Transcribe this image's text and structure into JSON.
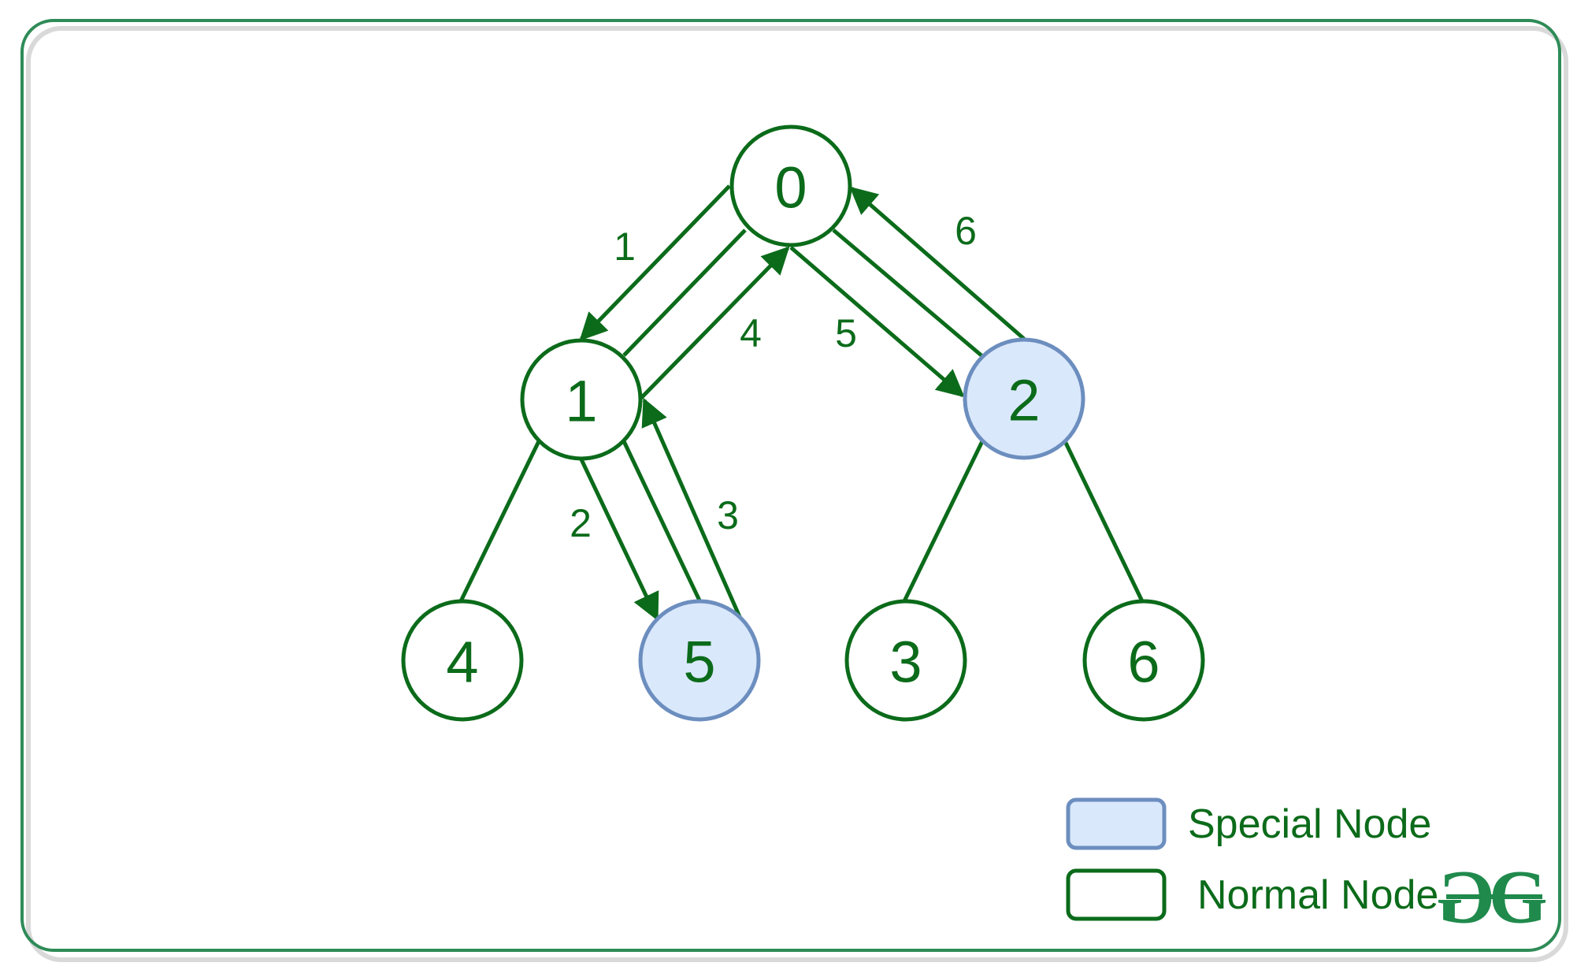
{
  "colors": {
    "green": "#0b6b1a",
    "frame_green": "#2e8b57",
    "special_fill": "#dae8fc",
    "special_stroke": "#6c8ebf",
    "normal_fill": "#ffffff",
    "shadow": "#d9d9d9"
  },
  "nodes": [
    {
      "id": "n0",
      "label": "0",
      "type": "normal"
    },
    {
      "id": "n1",
      "label": "1",
      "type": "normal"
    },
    {
      "id": "n2",
      "label": "2",
      "type": "special"
    },
    {
      "id": "n4",
      "label": "4",
      "type": "normal"
    },
    {
      "id": "n5",
      "label": "5",
      "type": "special"
    },
    {
      "id": "n3",
      "label": "3",
      "type": "normal"
    },
    {
      "id": "n6",
      "label": "6",
      "type": "normal"
    }
  ],
  "tree_edges": [
    {
      "from": "0",
      "to": "1"
    },
    {
      "from": "0",
      "to": "2"
    },
    {
      "from": "1",
      "to": "4"
    },
    {
      "from": "1",
      "to": "5"
    },
    {
      "from": "2",
      "to": "3"
    },
    {
      "from": "2",
      "to": "6"
    }
  ],
  "traversal_steps": [
    {
      "step": "1",
      "from": "0",
      "to": "1"
    },
    {
      "step": "2",
      "from": "1",
      "to": "5"
    },
    {
      "step": "3",
      "from": "5",
      "to": "1"
    },
    {
      "step": "4",
      "from": "1",
      "to": "0"
    },
    {
      "step": "5",
      "from": "0",
      "to": "2"
    },
    {
      "step": "6",
      "from": "2",
      "to": "0"
    }
  ],
  "legend": {
    "special_label": "Special Node",
    "normal_label": "Normal Node"
  },
  "logo": {
    "icon": "geeksforgeeks-logo-icon",
    "text": "GG"
  }
}
